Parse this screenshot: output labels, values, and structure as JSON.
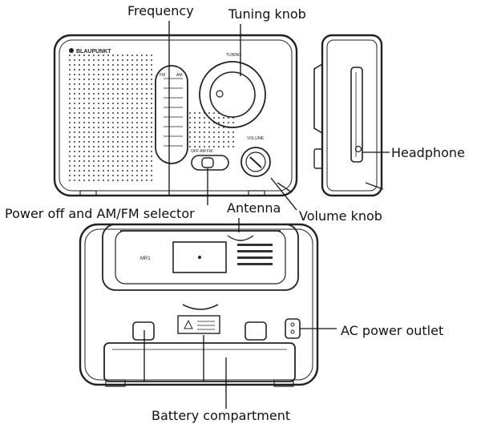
{
  "labels": {
    "frequency": "Frequency",
    "tuning_knob": "Tuning knob",
    "headphone": "Headphone",
    "power_selector": "Power off and AM/FM selector",
    "antenna": "Antenna",
    "volume_knob": "Volume knob",
    "ac_power_outlet": "AC power outlet",
    "battery_compartment": "Battery compartment"
  },
  "device_text": {
    "brand": "BLAUPUNKT",
    "tuning": "TUNING",
    "volume": "VOLUME",
    "selector": "OFF AM FM",
    "band_am": "AM",
    "band_fm": "FM",
    "model": "MR1"
  },
  "colors": {
    "stroke": "#222222",
    "grille": "#555555",
    "label": "#111111"
  }
}
